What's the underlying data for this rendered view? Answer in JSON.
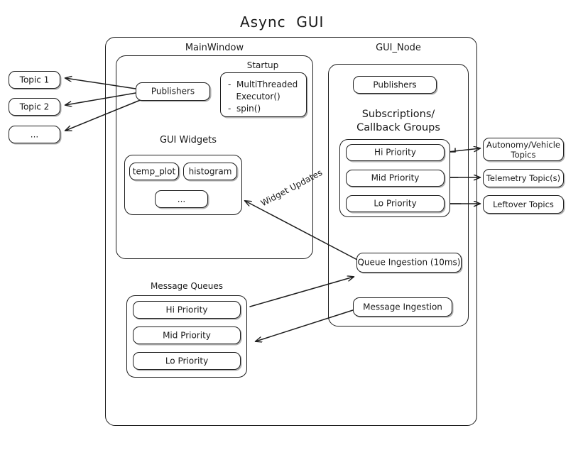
{
  "title": "Async  GUI",
  "outer": {
    "name": "diagram-outer-container"
  },
  "main_window": {
    "label": "MainWindow",
    "publishers": "Publishers",
    "startup": {
      "label": "Startup",
      "lines": "-  MultiThreaded\n   Executor()\n-  spin()"
    },
    "gui_widgets": {
      "label": "GUI Widgets",
      "items": [
        "temp_plot",
        "histogram",
        "..."
      ]
    }
  },
  "gui_node": {
    "label": "GUI_Node",
    "publishers": "Publishers",
    "subscriptions_label": "Subscriptions/\nCallback Groups",
    "priorities": [
      "Hi Priority",
      "Mid Priority",
      "Lo Priority"
    ],
    "queue_ingestion": "Queue Ingestion (10ms)",
    "message_ingestion": "Message Ingestion"
  },
  "message_queues": {
    "label": "Message Queues",
    "priorities": [
      "Hi Priority",
      "Mid Priority",
      "Lo Priority"
    ]
  },
  "left_topics": [
    "Topic 1",
    "Topic 2",
    "..."
  ],
  "right_topics": [
    "Autonomy/Vehicle\nTopics",
    "Telemetry Topic(s)",
    "Leftover Topics"
  ],
  "edges": {
    "widget_updates": "Widget Updates"
  },
  "colors": {
    "stroke": "#1d1d1d",
    "text": "#1a1a1a",
    "background": "#ffffff"
  }
}
